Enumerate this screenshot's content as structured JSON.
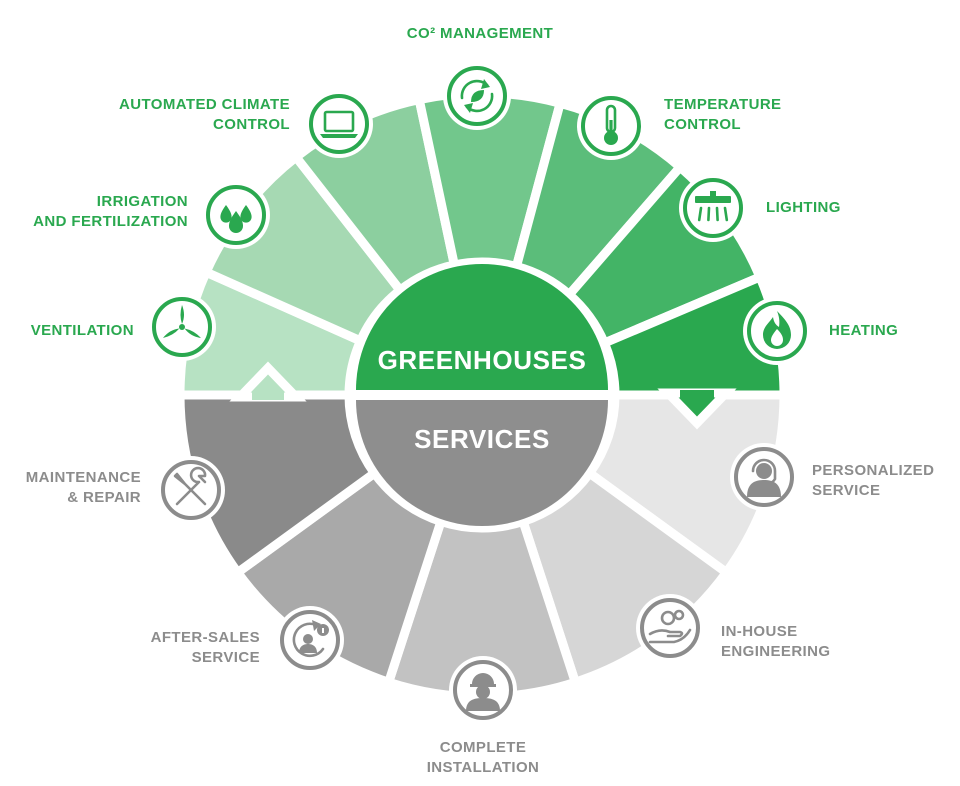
{
  "colors": {
    "accent_green": "#2aa84f",
    "label_gray": "#8c8c8c",
    "hub_green": "#2aa84f",
    "hub_gray": "#8e8e8e"
  },
  "hub": {
    "top_label": "GREENHOUSES",
    "bottom_label": "SERVICES"
  },
  "greenhouse_items": [
    {
      "lines": [
        "VENTILATION"
      ],
      "icon": "fan-icon",
      "color": "#b7e2c3"
    },
    {
      "lines": [
        "IRRIGATION",
        "AND FERTILIZATION"
      ],
      "icon": "water-drops-icon",
      "color": "#a6d9b3"
    },
    {
      "lines": [
        "AUTOMATED CLIMATE",
        "CONTROL"
      ],
      "icon": "laptop-icon",
      "color": "#8ccf9f"
    },
    {
      "lines": [
        "CO² MANAGEMENT"
      ],
      "icon": "co2-cycle-icon",
      "color": "#72c78c"
    },
    {
      "lines": [
        "TEMPERATURE",
        "CONTROL"
      ],
      "icon": "thermometer-icon",
      "color": "#5bbd7a"
    },
    {
      "lines": [
        "LIGHTING"
      ],
      "icon": "grow-light-icon",
      "color": "#43b466"
    },
    {
      "lines": [
        "HEATING"
      ],
      "icon": "flame-icon",
      "color": "#2aa84f"
    }
  ],
  "service_items": [
    {
      "lines": [
        "PERSONALIZED",
        "SERVICE"
      ],
      "icon": "headset-person-icon",
      "color": "#e6e6e6"
    },
    {
      "lines": [
        "IN-HOUSE",
        "ENGINEERING"
      ],
      "icon": "gears-hand-icon",
      "color": "#d6d6d6"
    },
    {
      "lines": [
        "COMPLETE",
        "INSTALLATION"
      ],
      "icon": "worker-helmet-icon",
      "color": "#c2c2c2"
    },
    {
      "lines": [
        "AFTER-SALES",
        "SERVICE"
      ],
      "icon": "support-cycle-icon",
      "color": "#a9a9a9"
    },
    {
      "lines": [
        "MAINTENANCE",
        "& REPAIR"
      ],
      "icon": "wrench-screwdriver-icon",
      "color": "#8a8a8a"
    }
  ]
}
